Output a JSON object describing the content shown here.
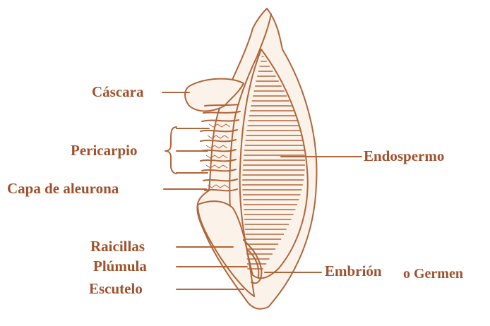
{
  "colors": {
    "ink": "#b0653a",
    "label": "#a0522d",
    "fill": "#fbf3ea"
  },
  "labels": {
    "cascara": "Cáscara",
    "pericarpio": "Pericarpio",
    "capa_aleurona": "Capa de aleurona",
    "endospermo": "Endospermo",
    "raicillas": "Raicillas",
    "plumula": "Plúmula",
    "escutelo": "Escutelo",
    "embrion": "Embrión",
    "o_germen": "o Germen"
  }
}
